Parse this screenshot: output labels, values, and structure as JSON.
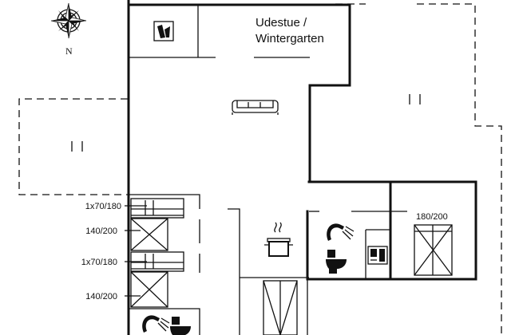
{
  "rooms": {
    "winter_garden_line1": "Udestue /",
    "winter_garden_line2": "Wintergarten"
  },
  "compass": {
    "north_label": "N"
  },
  "beds": {
    "bunk_1": "1x70/180",
    "double_1": "140/200",
    "bunk_2": "1x70/180",
    "double_2": "140/200",
    "bed_master": "180/200"
  },
  "icons": [
    "compass-rose-icon",
    "washing-machine-icon",
    "sofa-icon",
    "cooking-pot-icon",
    "shower-icon",
    "toilet-icon",
    "bathroom-cabinet-icon",
    "bed-icon"
  ]
}
